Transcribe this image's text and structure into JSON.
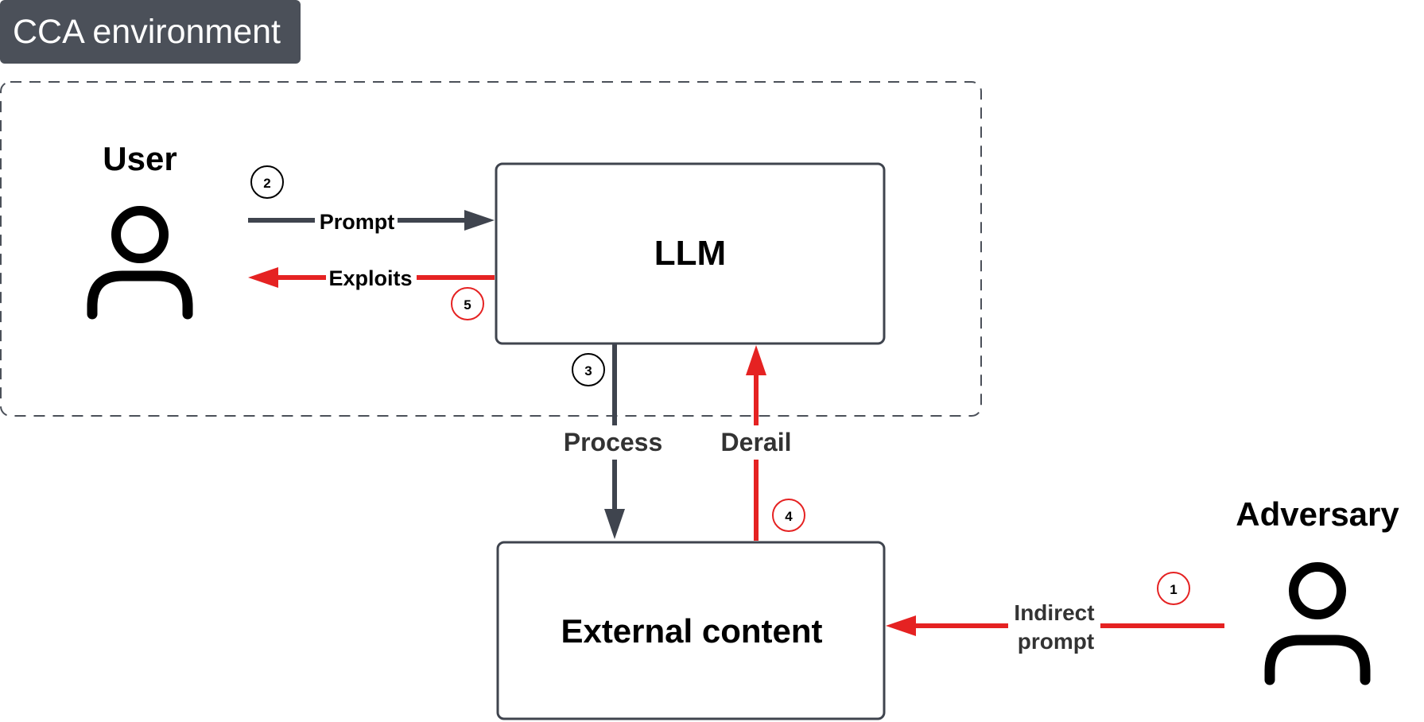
{
  "environment": {
    "label": "CCA environment"
  },
  "actors": {
    "user": {
      "label": "User",
      "icon": "person-icon"
    },
    "adversary": {
      "label": "Adversary",
      "icon": "person-icon"
    }
  },
  "nodes": {
    "llm": {
      "label": "LLM"
    },
    "external": {
      "label": "External content"
    }
  },
  "edges": {
    "prompt": {
      "label": "Prompt",
      "step": "2"
    },
    "exploits": {
      "label": "Exploits",
      "step": "5"
    },
    "process": {
      "label": "Process",
      "step": "3"
    },
    "derail": {
      "label": "Derail",
      "step": "4"
    },
    "indirect": {
      "label_line1": "Indirect",
      "label_line2": "prompt",
      "step": "1"
    }
  },
  "colors": {
    "dark": "#3f444e",
    "attack": "#e52222",
    "environment_badge": "#4b5059",
    "text": "#000000"
  }
}
